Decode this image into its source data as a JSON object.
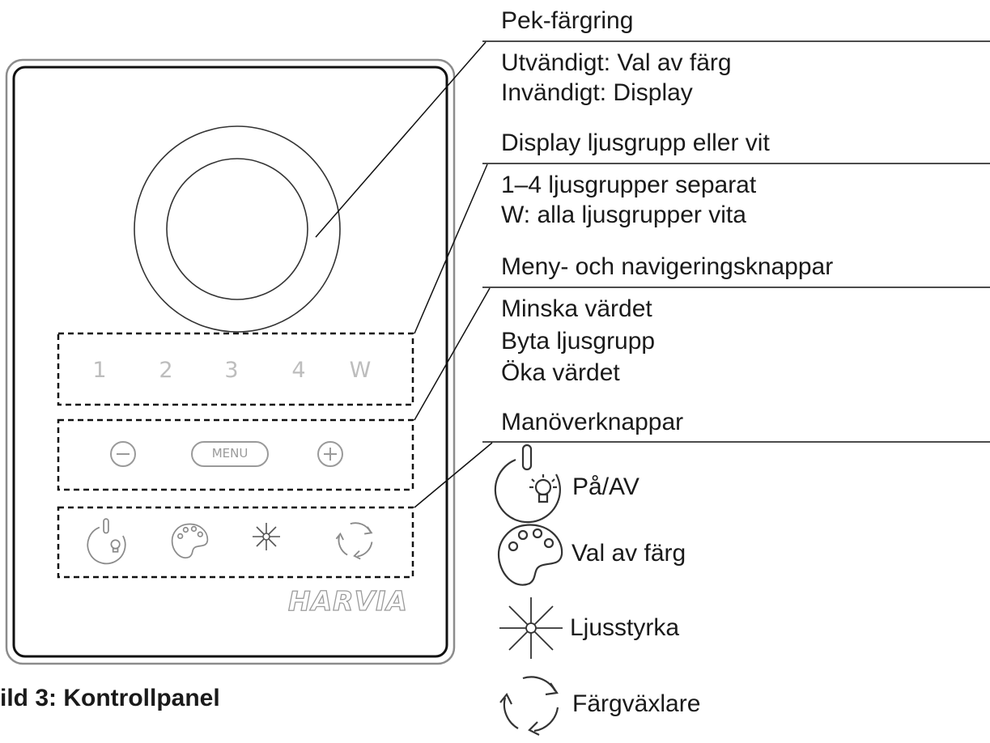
{
  "panel": {
    "number_keys": [
      "1",
      "2",
      "3",
      "4",
      "W"
    ],
    "menu_label": "MENU",
    "logo_text": "HARVIA"
  },
  "callouts": {
    "ring": {
      "title": "Pek-färgring",
      "lines": [
        "Utvändigt: Val av färg",
        "Invändigt: Display"
      ]
    },
    "display": {
      "title": "Display ljusgrupp eller vit",
      "lines": [
        "1–4 ljusgrupper separat",
        "W: alla ljusgrupper vita"
      ]
    },
    "menu": {
      "title": "Meny- och navigeringsknappar",
      "lines": [
        "Minska värdet",
        "Byta ljusgrupp",
        "Öka värdet"
      ]
    },
    "control": {
      "title": "Manöverknappar"
    }
  },
  "legend": [
    {
      "icon": "power-light-icon",
      "label": "På/AV"
    },
    {
      "icon": "palette-icon",
      "label": "Val av färg"
    },
    {
      "icon": "brightness-icon",
      "label": "Ljusstyrka"
    },
    {
      "icon": "color-cycle-icon",
      "label": "Färgväxlare"
    }
  ],
  "caption": "ild 3: Kontrollpanel"
}
